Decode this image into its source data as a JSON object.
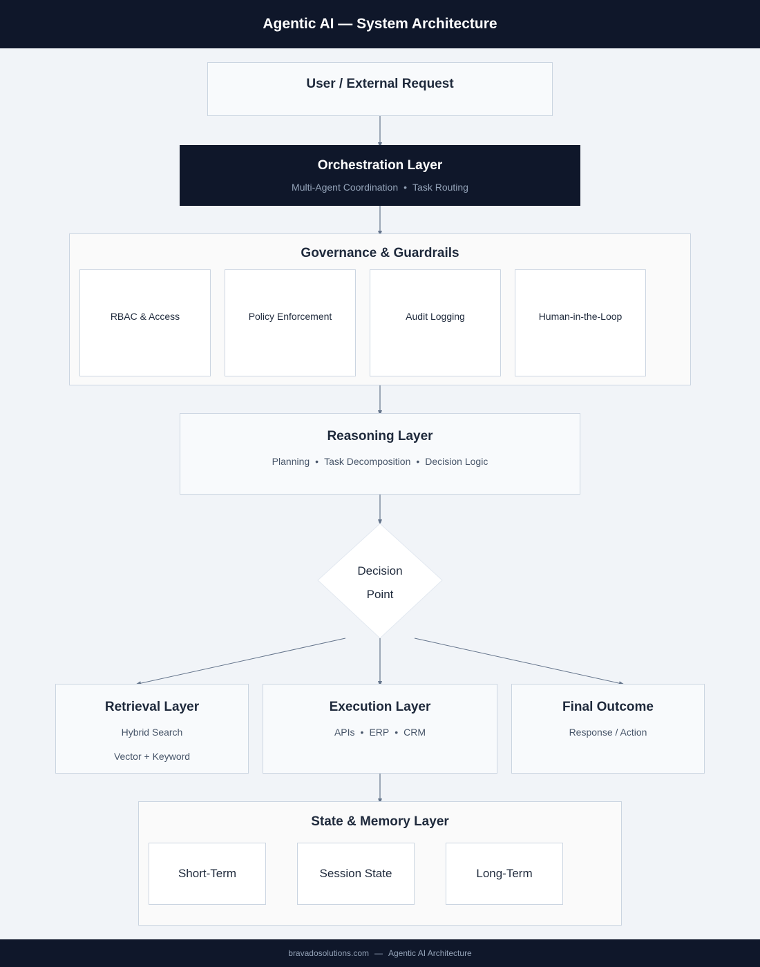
{
  "header": {
    "title": "Agentic AI — System Architecture"
  },
  "request": {
    "title": "User / External Request"
  },
  "orchestration": {
    "title": "Orchestration Layer",
    "items": [
      "Multi-Agent Coordination",
      "Task Routing"
    ]
  },
  "governance": {
    "title": "Governance & Guardrails",
    "cards": [
      "RBAC & Access",
      "Policy Enforcement",
      "Audit Logging",
      "Human-in-the-Loop"
    ]
  },
  "reasoning": {
    "title": "Reasoning Layer",
    "items": [
      "Planning",
      "Task Decomposition",
      "Decision Logic"
    ]
  },
  "decision": {
    "line1": "Decision",
    "line2": "Point"
  },
  "retrieval": {
    "title": "Retrieval Layer",
    "line1": "Hybrid Search",
    "line2": "Vector + Keyword"
  },
  "execution": {
    "title": "Execution Layer",
    "items": [
      "APIs",
      "ERP",
      "CRM"
    ]
  },
  "outcome": {
    "title": "Final Outcome",
    "line1": "Response / Action"
  },
  "memory": {
    "title": "State & Memory Layer",
    "cards": [
      "Short-Term",
      "Session State",
      "Long-Term"
    ]
  },
  "footer": {
    "site": "bravadosolutions.com",
    "label": "Agentic AI Architecture"
  },
  "separator": "•",
  "dash": "—",
  "colors": {
    "dark": "#0f172a",
    "border": "#cbd5e1",
    "connector": "#64748b",
    "background": "#f1f4f8"
  }
}
